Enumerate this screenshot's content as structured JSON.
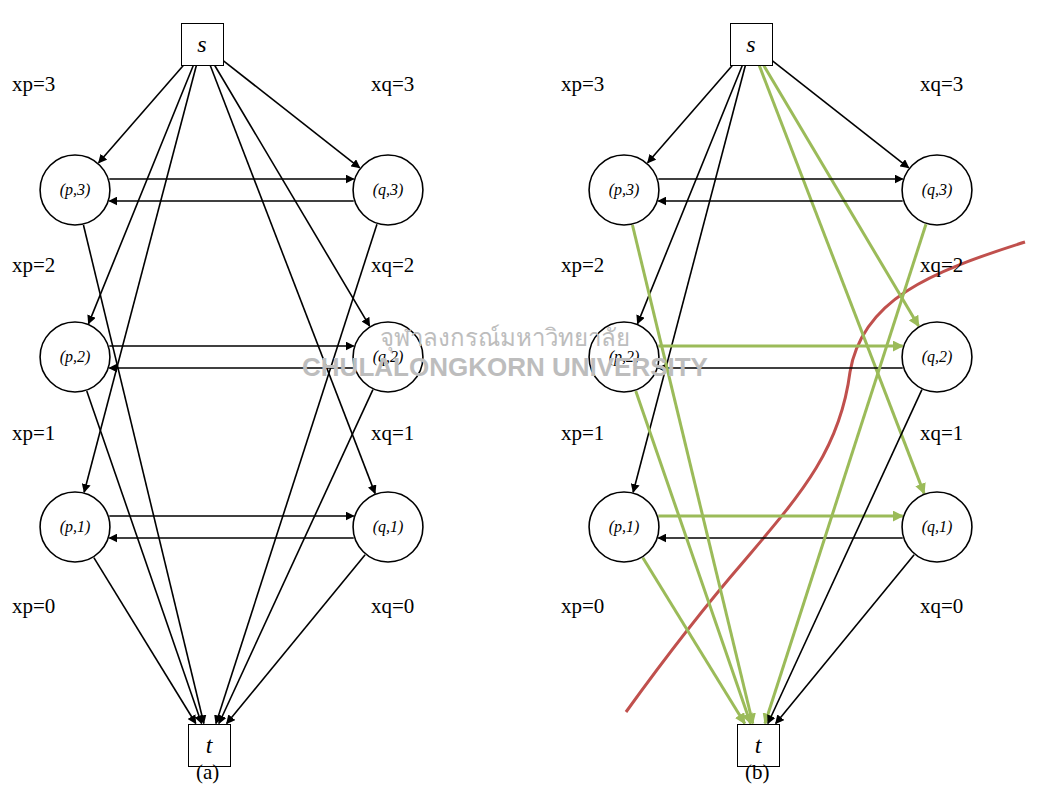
{
  "diagram": {
    "nodes": [
      {
        "text": [
          "s"
        ]
      },
      {
        "text": [
          "(p,3)"
        ]
      },
      {
        "text": [
          "(q,3)"
        ]
      },
      {
        "text": [
          "(p,2)"
        ]
      },
      {
        "text": [
          "(q,2)"
        ]
      },
      {
        "text": [
          "(p,1)"
        ]
      },
      {
        "text": [
          "(q,1)"
        ]
      },
      {
        "text": [
          "t"
        ]
      },
      {
        "text": [
          "s"
        ]
      },
      {
        "text": [
          "(p,3)"
        ]
      },
      {
        "text": [
          "(q,3)"
        ]
      },
      {
        "text": [
          "(p,2)"
        ]
      },
      {
        "text": [
          "(q,2)"
        ]
      },
      {
        "text": [
          "(p,1)"
        ]
      },
      {
        "text": [
          "(q,1)"
        ]
      },
      {
        "text": [
          "t"
        ]
      }
    ],
    "edges": [
      {
        "from": 0,
        "to": 1,
        "arrow": "to"
      },
      {
        "from": 0,
        "to": 2,
        "arrow": "to"
      },
      {
        "from": 0,
        "to": 3,
        "arrow": "to"
      },
      {
        "from": 0,
        "to": 4,
        "arrow": "to"
      },
      {
        "from": 0,
        "to": 5,
        "arrow": "to"
      },
      {
        "from": 0,
        "to": 6,
        "arrow": "to"
      },
      {
        "from": 1,
        "to": 2,
        "arrow": "to"
      },
      {
        "from": 2,
        "to": 1,
        "arrow": "to"
      },
      {
        "from": 3,
        "to": 4,
        "arrow": "to"
      },
      {
        "from": 4,
        "to": 3,
        "arrow": "to"
      },
      {
        "from": 5,
        "to": 6,
        "arrow": "to"
      },
      {
        "from": 6,
        "to": 5,
        "arrow": "to"
      },
      {
        "from": 1,
        "to": 7,
        "arrow": "to"
      },
      {
        "from": 2,
        "to": 7,
        "arrow": "to"
      },
      {
        "from": 3,
        "to": 7,
        "arrow": "to"
      },
      {
        "from": 4,
        "to": 7,
        "arrow": "to"
      },
      {
        "from": 5,
        "to": 7,
        "arrow": "to"
      },
      {
        "from": 6,
        "to": 7,
        "arrow": "to"
      },
      {
        "from": 8,
        "to": 9,
        "arrow": "to"
      },
      {
        "from": 8,
        "to": 10,
        "arrow": "to"
      },
      {
        "from": 8,
        "to": 11,
        "arrow": "to"
      },
      {
        "from": 8,
        "to": 12,
        "arrow": "to"
      },
      {
        "from": 8,
        "to": 13,
        "arrow": "to"
      },
      {
        "from": 8,
        "to": 14,
        "arrow": "to"
      },
      {
        "from": 9,
        "to": 10,
        "arrow": "to"
      },
      {
        "from": 10,
        "to": 9,
        "arrow": "to"
      },
      {
        "from": 11,
        "to": 12,
        "arrow": "to"
      },
      {
        "from": 12,
        "to": 11,
        "arrow": "to"
      },
      {
        "from": 13,
        "to": 14,
        "arrow": "to"
      },
      {
        "from": 14,
        "to": 13,
        "arrow": "to"
      },
      {
        "from": 9,
        "to": 15,
        "arrow": "to"
      },
      {
        "from": 10,
        "to": 15,
        "arrow": "to"
      },
      {
        "from": 11,
        "to": 15,
        "arrow": "to"
      },
      {
        "from": 12,
        "to": 15,
        "arrow": "to"
      },
      {
        "from": 13,
        "to": 15,
        "arrow": "to"
      },
      {
        "from": 14,
        "to": 15,
        "arrow": "to"
      }
    ],
    "labels": [
      "xp=3",
      "xq=3",
      "xp=2",
      "xq=2",
      "xp=1",
      "xq=1",
      "xp=0",
      "xq=0",
      "(a)",
      "xp=3",
      "xq=3",
      "xp=2",
      "xq=2",
      "xp=1",
      "xq=1",
      "xp=0",
      "xq=0",
      "(b)",
      "จุฬาลงกรณ์มหาวิทยาลัย",
      "CHULALONGKORN UNIVERSITY"
    ]
  }
}
